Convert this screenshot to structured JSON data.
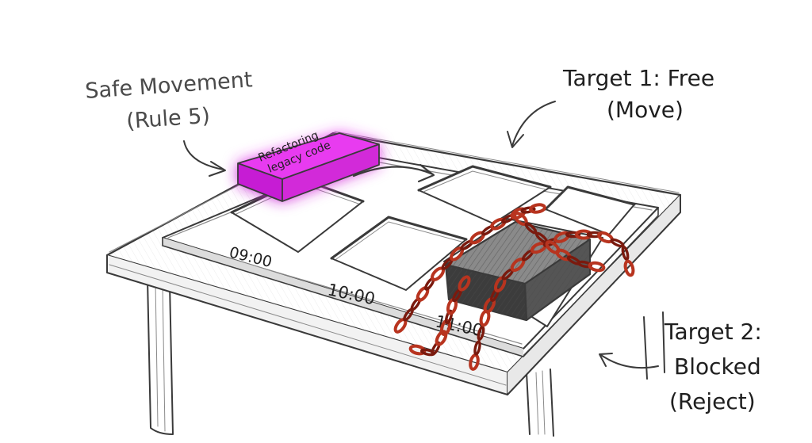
{
  "annotations": {
    "safe_movement": {
      "line1": "Safe Movement",
      "line2": "(Rule 5)"
    },
    "target1": {
      "line1": "Target 1: Free",
      "line2": "(Move)"
    },
    "target2": {
      "line1": "Target 2:",
      "line2": "Blocked",
      "line3": "(Reject)"
    }
  },
  "task_block": {
    "line1": "Refactoring",
    "line2": "legacy code",
    "color": "#e83af0",
    "glow_color": "#f07cff"
  },
  "slots": {
    "slot_0900": "09:00",
    "slot_1000": "10:00",
    "slot_1100": "11:00"
  },
  "chain": {
    "color": "#b8341f",
    "dark": "#7a1a0e"
  },
  "colors": {
    "ink": "#3a3a3a",
    "paper": "#ffffff"
  }
}
